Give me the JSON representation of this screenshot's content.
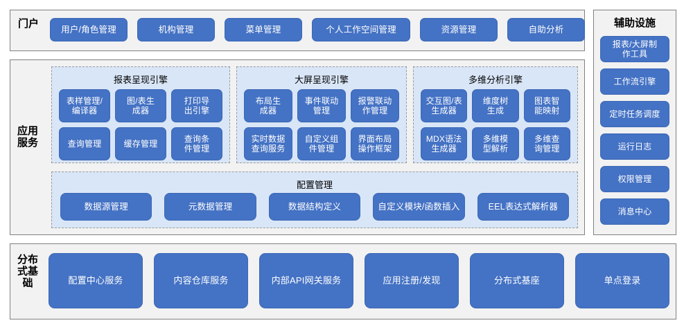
{
  "diagram": {
    "colors": {
      "button_fill": "#4472C4",
      "button_text": "#FFFFFF",
      "section_fill": "#F2F2F2",
      "section_border": "#808080",
      "subpanel_fill": "#D9E6F7",
      "subpanel_border": "#9A9A9A",
      "page_background": "#FFFFFF"
    }
  },
  "portal": {
    "label": "门户",
    "items": [
      {
        "label": "用户/角色管理"
      },
      {
        "label": "机构管理"
      },
      {
        "label": "菜单管理"
      },
      {
        "label": "个人工作空间管理"
      },
      {
        "label": "资源管理"
      },
      {
        "label": "自助分析"
      }
    ]
  },
  "aux": {
    "title": "辅助设施",
    "items": [
      {
        "label": "报表/大屏制\n作工具"
      },
      {
        "label": "工作流引擎"
      },
      {
        "label": "定时任务调度"
      },
      {
        "label": "运行日志"
      },
      {
        "label": "权限管理"
      },
      {
        "label": "消息中心"
      }
    ]
  },
  "app_services": {
    "label": "应用服务",
    "panels": [
      {
        "title": "报表呈现引擎",
        "items": [
          {
            "label": "表样管理/\n编译器"
          },
          {
            "label": "图/表生\n成器"
          },
          {
            "label": "打印导\n出引擎"
          },
          {
            "label": "查询管理"
          },
          {
            "label": "缓存管理"
          },
          {
            "label": "查询条\n件管理"
          }
        ]
      },
      {
        "title": "大屏呈现引擎",
        "items": [
          {
            "label": "布局生\n成器"
          },
          {
            "label": "事件联动\n管理"
          },
          {
            "label": "报警联动\n作管理"
          },
          {
            "label": "实时数据\n查询服务"
          },
          {
            "label": "自定义组\n件管理"
          },
          {
            "label": "界面布局\n操作框架"
          }
        ]
      },
      {
        "title": "多维分析引擎",
        "items": [
          {
            "label": "交互图/表\n生成器"
          },
          {
            "label": "维度树\n生成"
          },
          {
            "label": "图表智\n能映射"
          },
          {
            "label": "MDX语法\n生成器"
          },
          {
            "label": "多维模\n型解析"
          },
          {
            "label": "多维查\n询管理"
          }
        ]
      }
    ],
    "config_panel": {
      "title": "配置管理",
      "items": [
        {
          "label": "数据源管理"
        },
        {
          "label": "元数据管理"
        },
        {
          "label": "数据结构定义"
        },
        {
          "label": "自定义模块/函数插入"
        },
        {
          "label": "EEL表达式解析器"
        }
      ]
    }
  },
  "distributed": {
    "label": "分布式基础",
    "items": [
      {
        "label": "配置中心服务"
      },
      {
        "label": "内容仓库服务"
      },
      {
        "label": "内部API网关服务"
      },
      {
        "label": "应用注册/发现"
      },
      {
        "label": "分布式基座"
      },
      {
        "label": "单点登录"
      }
    ]
  }
}
